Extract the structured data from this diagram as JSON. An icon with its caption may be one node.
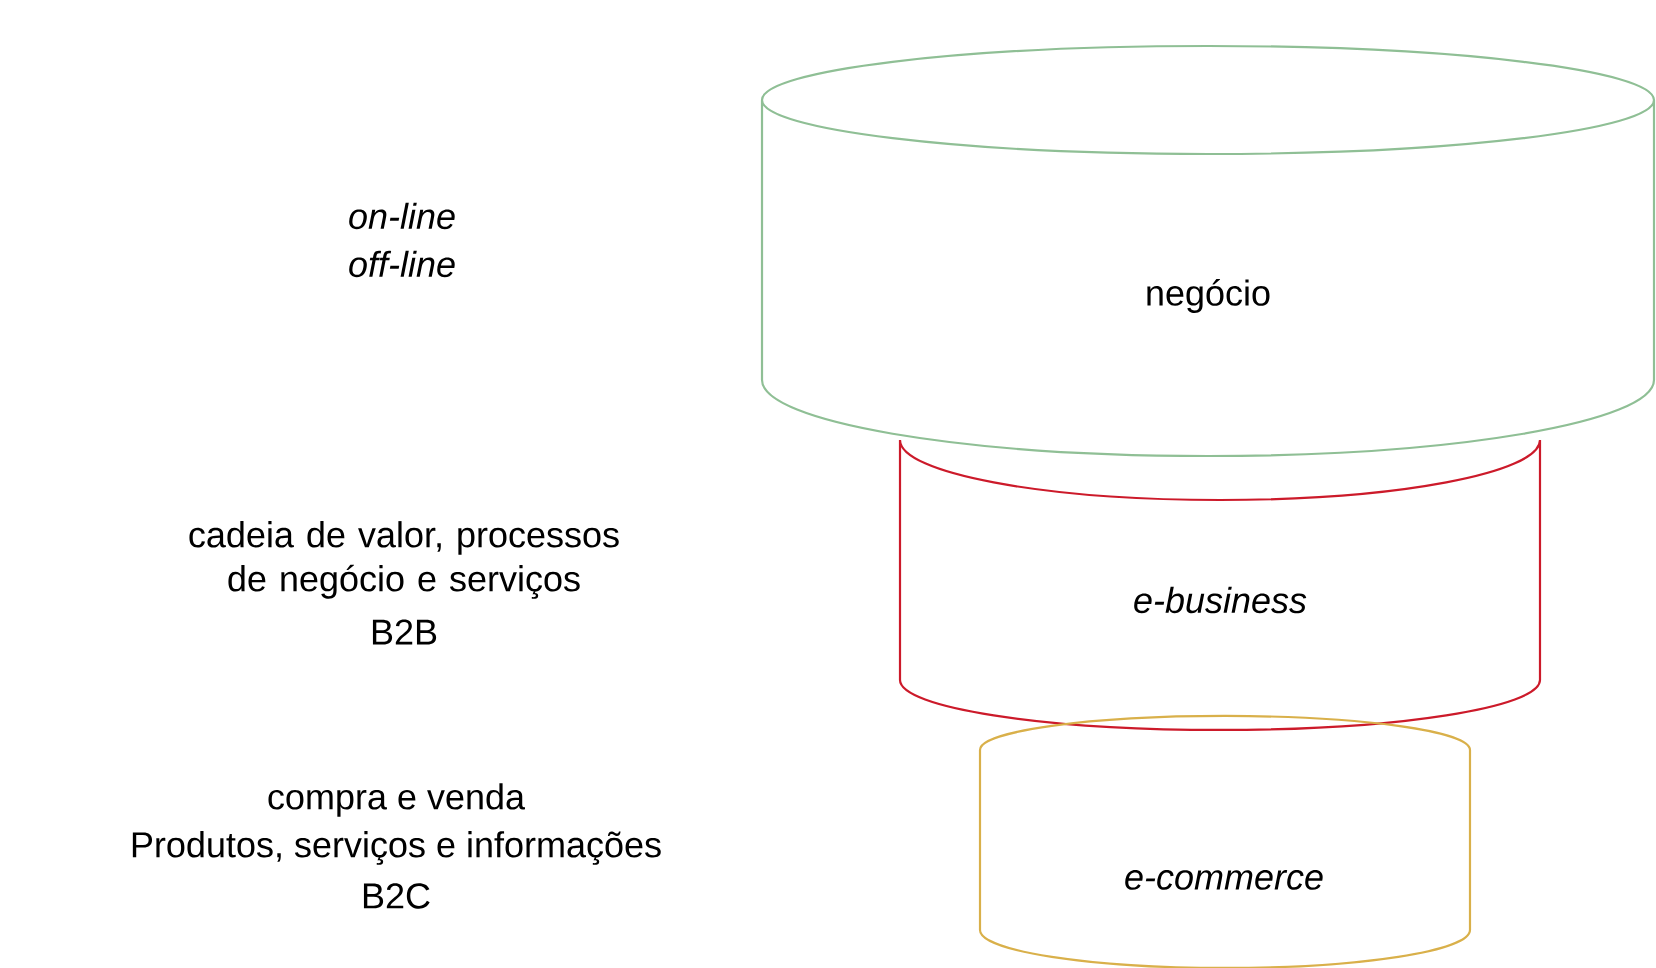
{
  "diagram": {
    "nodes": [
      {
        "text": [
          "negócio"
        ]
      },
      {
        "text": [
          "e-business"
        ]
      },
      {
        "text": [
          "e-commerce"
        ]
      }
    ],
    "labels": [
      "on-line",
      "off-line",
      "cadeia de valor, processos de negócio e serviços",
      "B2B",
      "compra e venda",
      "Produtos, serviços e informações",
      "B2C"
    ]
  }
}
